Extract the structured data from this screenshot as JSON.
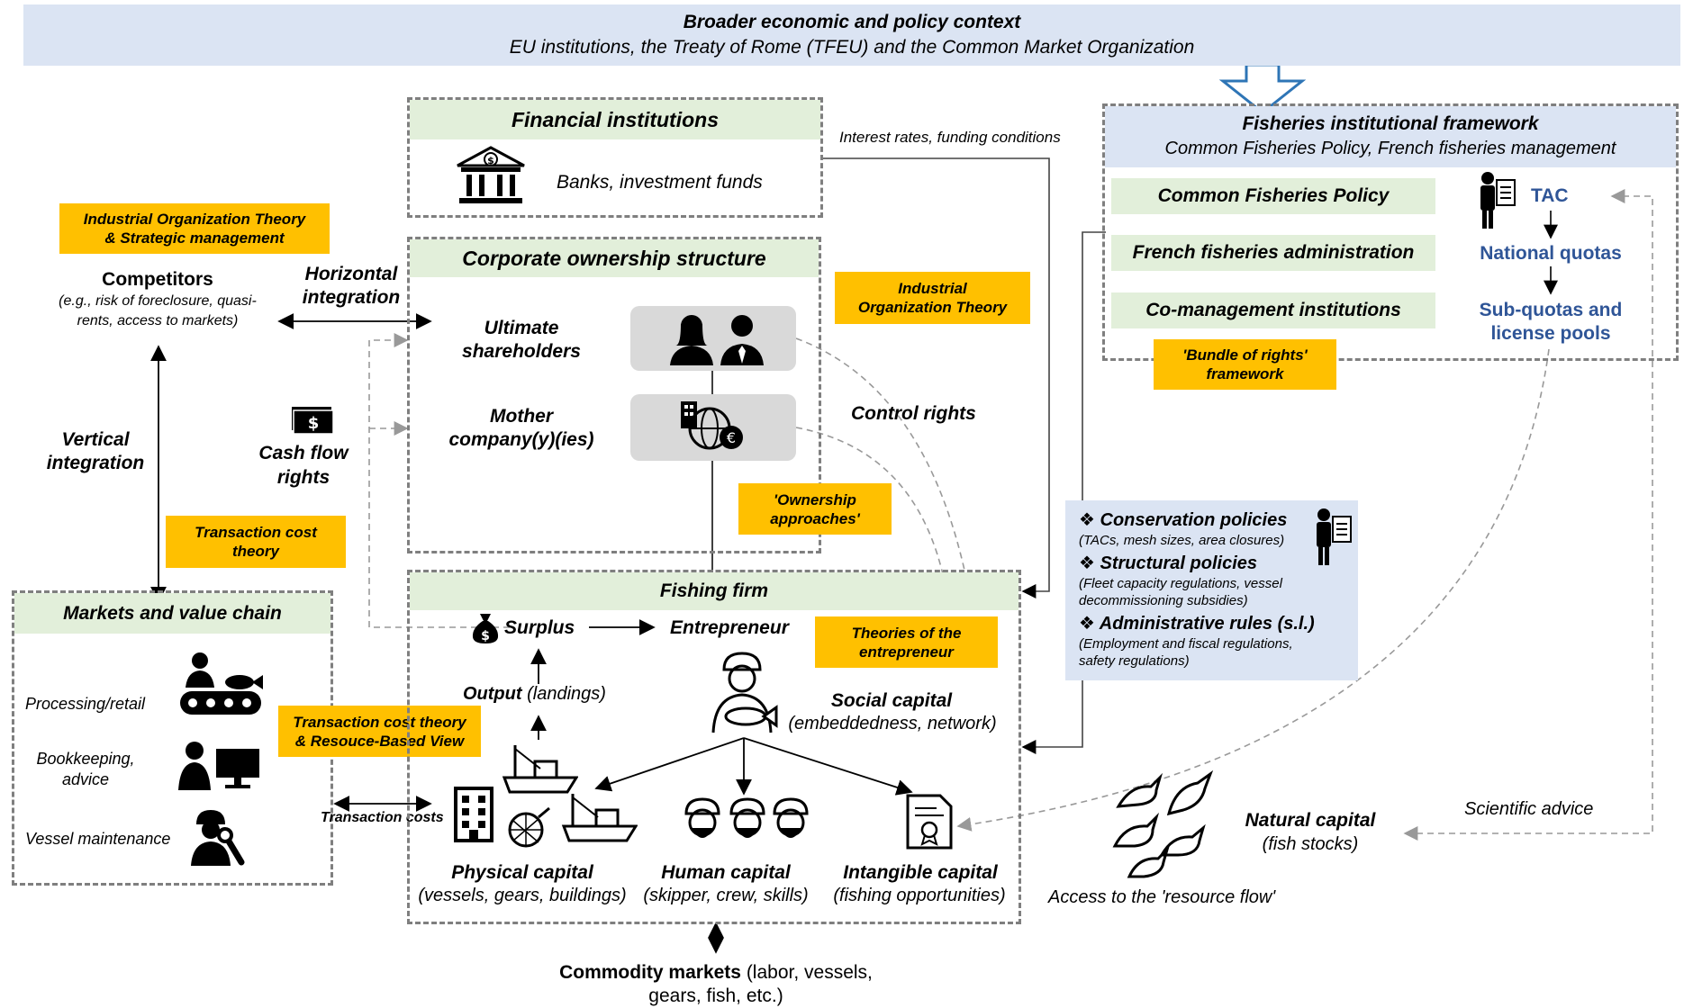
{
  "context": {
    "title": "Broader economic and policy context",
    "subtitle": "EU institutions, the Treaty of Rome (TFEU) and the Common Market Organization"
  },
  "financial": {
    "title": "Financial institutions",
    "desc": "Banks, investment funds",
    "link_label": "Interest rates, funding conditions"
  },
  "ownership": {
    "title": "Corporate ownership structure",
    "ultimate_line1": "Ultimate",
    "ultimate_line2": "shareholders",
    "mother_line1": "Mother",
    "mother_line2": "company(y)(ies)"
  },
  "framework": {
    "title": "Fisheries institutional framework",
    "subtitle": "Common Fisheries Policy, French fisheries management",
    "items": [
      "Common Fisheries Policy",
      "French fisheries administration",
      "Co-management institutions"
    ],
    "tac": "TAC",
    "national": "National quotas",
    "subquota_line1": "Sub-quotas and",
    "subquota_line2": "license pools"
  },
  "policies": {
    "conservation": "Conservation policies",
    "conservation_desc": "(TACs, mesh sizes, area closures)",
    "structural": "Structural policies",
    "structural_desc_line1": "(Fleet capacity regulations, vessel",
    "structural_desc_line2": "decommissioning subsidies)",
    "admin": "Administrative rules (s.l.)",
    "admin_desc_line1": "(Employment and fiscal regulations,",
    "admin_desc_line2": "safety regulations)"
  },
  "theories": {
    "io_strategic_line1": "Industrial Organization Theory",
    "io_strategic_line2": "& Strategic management",
    "io_line1": "Industrial",
    "io_line2": "Organization Theory",
    "bundle_line1": "'Bundle of rights'",
    "bundle_line2": "framework",
    "ownership_line1": "'Ownership",
    "ownership_line2": "approaches'",
    "tct_line1": "Transaction cost",
    "tct_line2": "theory",
    "entrepreneur_line1": "Theories of the",
    "entrepreneur_line2": "entrepreneur",
    "tct_rbv_line1": "Transaction cost theory",
    "tct_rbv_line2": "& Resouce-Based View"
  },
  "competitors": {
    "title": "Competitors",
    "desc_line1": "(e.g., risk of foreclosure, quasi-",
    "desc_line2": "rents, access to markets)"
  },
  "links": {
    "horizontal_line1": "Horizontal",
    "horizontal_line2": "integration",
    "vertical_line1": "Vertical",
    "vertical_line2": "integration",
    "cashflow_line1": "Cash flow",
    "cashflow_line2": "rights",
    "control": "Control rights",
    "transaction_costs": "Transaction costs",
    "scientific": "Scientific advice",
    "resource_flow": "Access to the 'resource flow'"
  },
  "markets": {
    "title": "Markets and value chain",
    "processing": "Processing/retail",
    "bookkeeping_line1": "Bookkeeping,",
    "bookkeeping_line2": "advice",
    "maintenance": "Vessel maintenance"
  },
  "firm": {
    "title": "Fishing firm",
    "surplus": "Surplus",
    "entrepreneur": "Entrepreneur",
    "output": "Output",
    "output_paren": "(landings)",
    "social": "Social capital",
    "social_desc": "(embeddedness, network)",
    "physical": "Physical capital",
    "physical_desc": "(vessels, gears, buildings)",
    "human": "Human capital",
    "human_desc": "(skipper, crew, skills)",
    "intangible": "Intangible capital",
    "intangible_desc": "(fishing opportunities)"
  },
  "natural": {
    "title": "Natural capital",
    "desc": "(fish stocks)"
  },
  "commodity": {
    "title": "Commodity markets",
    "desc_line1": " (labor, vessels,",
    "desc_line2": "gears, fish, etc.)"
  }
}
